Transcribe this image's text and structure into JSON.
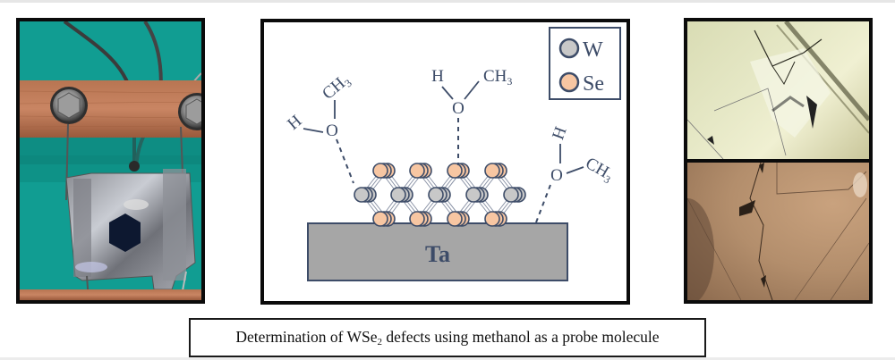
{
  "figure": {
    "left_panel": {
      "type": "photo",
      "description": "Sample mounted on tantalum foil clamped to copper bar with wire leads"
    },
    "center_panel": {
      "substrate_label": "Ta",
      "legend": [
        {
          "label": "W",
          "color": "#c8c8c8"
        },
        {
          "label": "Se",
          "color": "#f7c6a2"
        }
      ],
      "molecules": [
        {
          "atoms": [
            "H",
            "O",
            "CH",
            "3"
          ],
          "name": "methanol-left"
        },
        {
          "atoms": [
            "H",
            "O",
            "CH",
            "3"
          ],
          "name": "methanol-center"
        },
        {
          "atoms": [
            "H",
            "O",
            "CH",
            "3"
          ],
          "name": "methanol-right"
        }
      ],
      "colors": {
        "outline": "#3d4c68",
        "substrate": "#a6a6a6",
        "w_atom": "#c8c8c8",
        "se_atom": "#f7c6a2"
      }
    },
    "right_panel": {
      "type": "optical-micrographs",
      "images": [
        "WSe2 crystal micrograph (green tint)",
        "WSe2 crystal micrograph (brown tint)"
      ]
    },
    "caption": {
      "prefix": "Determination of WSe",
      "subscript": "2",
      "suffix": " defects using methanol as a probe molecule"
    }
  }
}
